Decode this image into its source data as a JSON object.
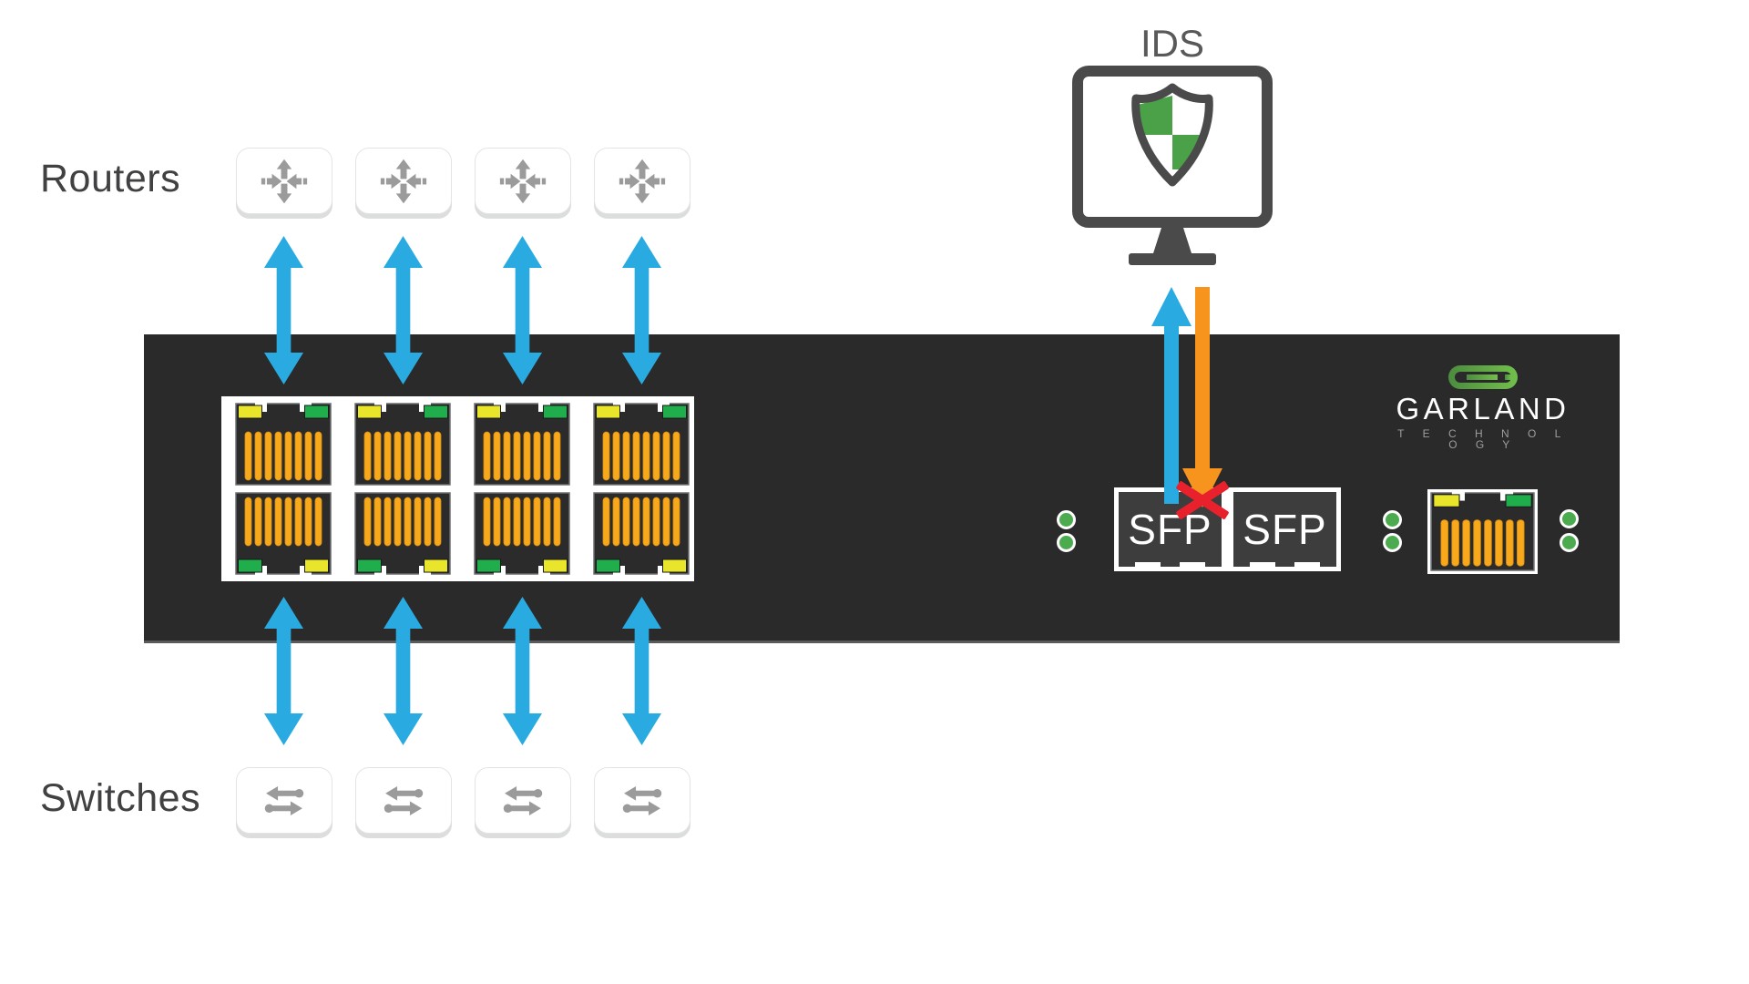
{
  "labels": {
    "routers": "Routers",
    "switches": "Switches"
  },
  "ids_monitor": {
    "label": "IDS",
    "icon": "shield-checkered-icon"
  },
  "endpoints": {
    "router_count": 4,
    "switch_count": 4,
    "router_icon": "router-arrows-icon",
    "switch_icon": "switch-arrows-icon"
  },
  "device": {
    "type": "network tap appliance front panel",
    "rj45_bank": {
      "rows": 2,
      "cols": 4,
      "pins_per_port": 8
    },
    "sfp_ports": [
      {
        "label": "SFP",
        "status": "blocked"
      },
      {
        "label": "SFP",
        "status": "empty"
      }
    ],
    "logo": {
      "brand": "GARLAND",
      "tagline": "T E C H N O L O G Y"
    },
    "status_led_pairs": 3
  },
  "connections": {
    "router_links": 4,
    "switch_links": 4,
    "tap_to_ids": "blue-up-arrow",
    "ids_to_tap": "orange-down-arrow",
    "blocked_marker": "red-x"
  },
  "colors": {
    "blue": "#29abe2",
    "orange": "#f7941e",
    "red": "#e8212c",
    "label": "#414042",
    "icon-gray": "#9b9b9b",
    "device": "#2b2a2a",
    "monitor": "#4a4a4a",
    "shield-green": "#4aa147",
    "led-green": "#4cab4e",
    "pin-gold": "#f7a81b",
    "port-green": "#1fae4b",
    "port-yellow": "#e9e52b",
    "sfp-bg": "#3d3d3d",
    "logo-green-1": "#4c8c3f",
    "logo-green-2": "#72bf4c"
  }
}
